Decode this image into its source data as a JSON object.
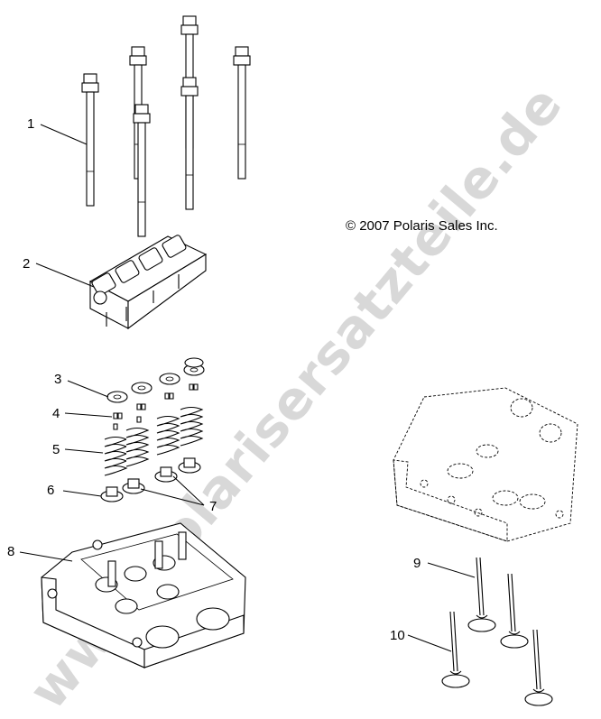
{
  "watermark": "www.polarisersatzteile.de",
  "copyright": "© 2007 Polaris Sales Inc.",
  "callouts": [
    {
      "label": "1",
      "part": "head-bolts"
    },
    {
      "label": "2",
      "part": "rocker-arm-assembly"
    },
    {
      "label": "3",
      "part": "spring-retainer"
    },
    {
      "label": "4",
      "part": "valve-keeper"
    },
    {
      "label": "5",
      "part": "valve-spring"
    },
    {
      "label": "6",
      "part": "spring-seat"
    },
    {
      "label": "7",
      "part": "valve-stem-seal"
    },
    {
      "label": "8",
      "part": "cylinder-head"
    },
    {
      "label": "9",
      "part": "intake-valve"
    },
    {
      "label": "10",
      "part": "exhaust-valve"
    }
  ]
}
